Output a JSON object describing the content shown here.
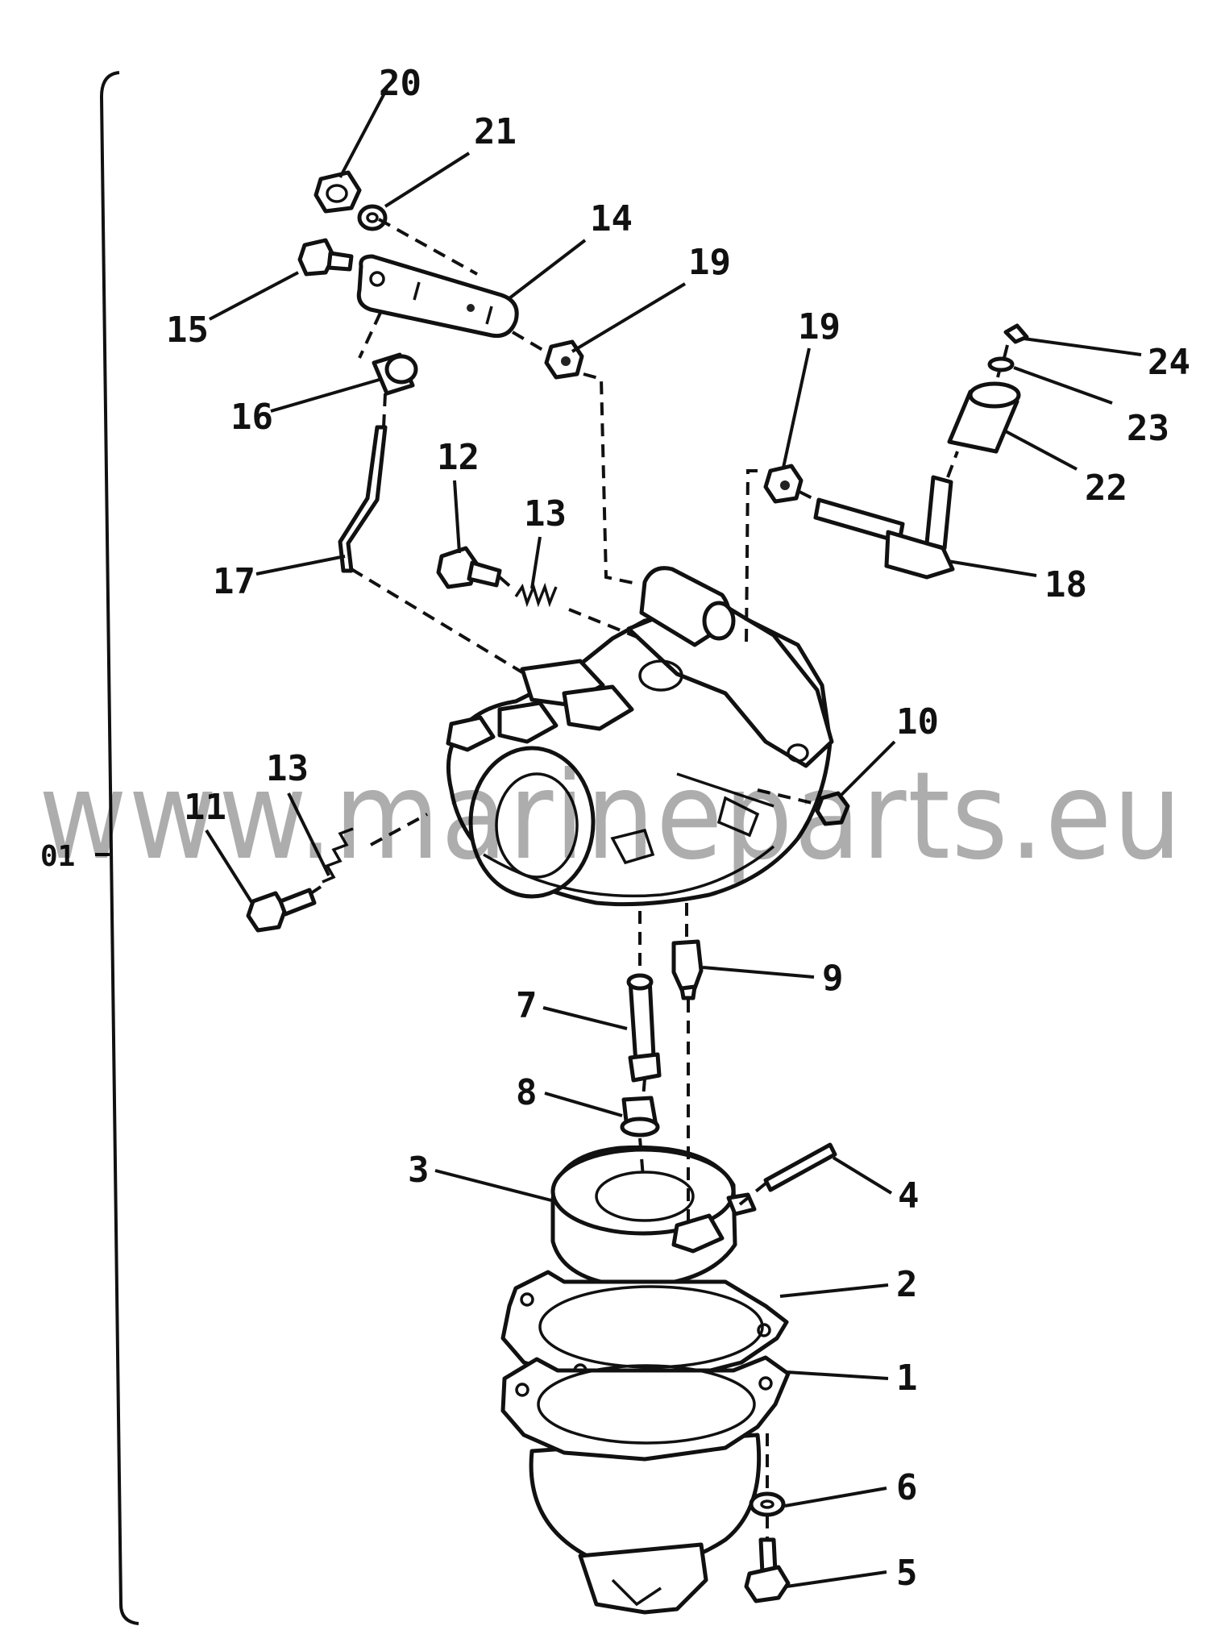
{
  "watermark": "www.marineparts.eu",
  "assembly_label": "01",
  "callouts": [
    "20",
    "21",
    "14",
    "15",
    "19",
    "19",
    "24",
    "23",
    "16",
    "22",
    "12",
    "13",
    "17",
    "18",
    "10",
    "13",
    "11",
    "9",
    "7",
    "8",
    "3",
    "4",
    "2",
    "1",
    "6",
    "5"
  ]
}
